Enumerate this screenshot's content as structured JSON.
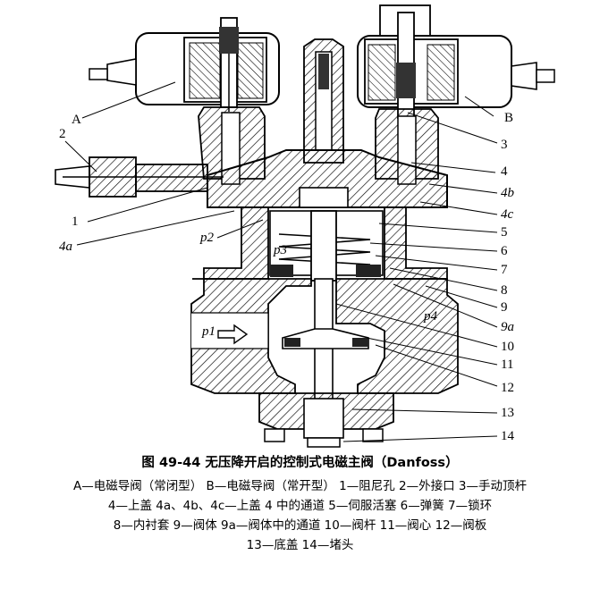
{
  "figure": {
    "part_labels": {
      "A": "A",
      "B": "B",
      "n1": "1",
      "n2": "2",
      "n3": "3",
      "n4": "4",
      "n4a": "4a",
      "n4b": "4b",
      "n4c": "4c",
      "n5": "5",
      "n6": "6",
      "n7": "7",
      "n8": "8",
      "n9": "9",
      "n9a": "9a",
      "n10": "10",
      "n11": "11",
      "n12": "12",
      "n13": "13",
      "n14": "14",
      "p1": "p1",
      "p2": "p2",
      "p3": "p3",
      "p4": "p4"
    }
  },
  "caption": {
    "title": "图 49-44   无压降开启的控制式电磁主阀（Danfoss）",
    "lines": [
      "A—电磁导阀（常闭型）   B—电磁导阀（常开型）   1—阻尼孔   2—外接口   3—手动顶杆",
      "4—上盖   4a、4b、4c—上盖 4 中的通道   5—伺服活塞   6—弹簧   7—锁环",
      "8—内衬套   9—阀体   9a—阀体中的通道   10—阀杆   11—阀心   12—阀板",
      "13—底盖   14—堵头"
    ]
  },
  "colors": {
    "line": "#000000",
    "background": "#ffffff",
    "fill": "#1a1a1a"
  }
}
